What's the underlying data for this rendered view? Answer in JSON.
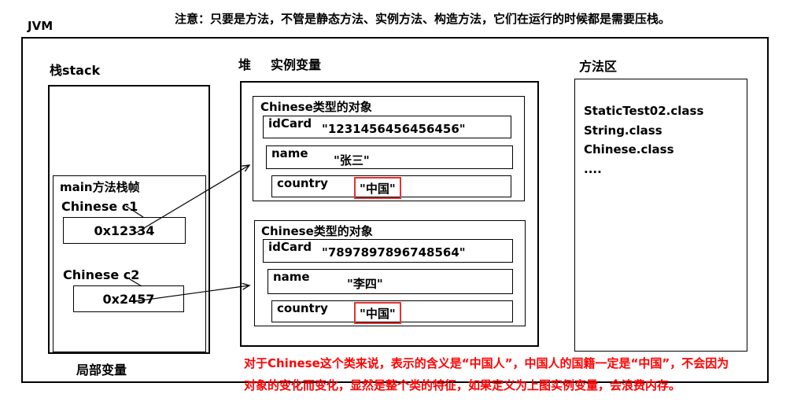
{
  "title": "JVM",
  "note_top": "注意：只要是方法，不管是静态方法、实例方法、构造方法，它们在运行的时候都是需要压栈。",
  "stack": {
    "label": "栈stack",
    "frame_title": "main方法栈帧",
    "var1": {
      "name": "Chinese c1",
      "value": "0x12334"
    },
    "var2": {
      "name": "Chinese c2",
      "value": "0x2457"
    },
    "footer": "局部变量"
  },
  "heap": {
    "label": "堆",
    "sublabel": "实例变量",
    "objects": [
      {
        "title": "Chinese类型的对象",
        "fields": [
          {
            "name": "idCard",
            "value": "\"1231456456456456\""
          },
          {
            "name": "name",
            "value": "\"张三\""
          },
          {
            "name": "country",
            "value": "\"中国\"",
            "highlighted": true
          }
        ]
      },
      {
        "title": "Chinese类型的对象",
        "fields": [
          {
            "name": "idCard",
            "value": "\"7897897896748564\""
          },
          {
            "name": "name",
            "value": "\"李四\""
          },
          {
            "name": "country",
            "value": "\"中国\"",
            "highlighted": true
          }
        ]
      }
    ]
  },
  "method_area": {
    "label": "方法区",
    "items": [
      "StaticTest02.class",
      "String.class",
      "Chinese.class",
      "...."
    ]
  },
  "note_bottom": {
    "line1": "对于Chinese这个类来说，表示的含义是“中国人”，中国人的国籍一定是“中国”，不会因为",
    "line2": "对象的变化而变化，显然是整个类的特征，如果定义为上图实例变量，会浪费内存。"
  },
  "colors": {
    "note_red": "#ff0000",
    "highlight_red": "#e03333",
    "line_black": "#000000"
  }
}
